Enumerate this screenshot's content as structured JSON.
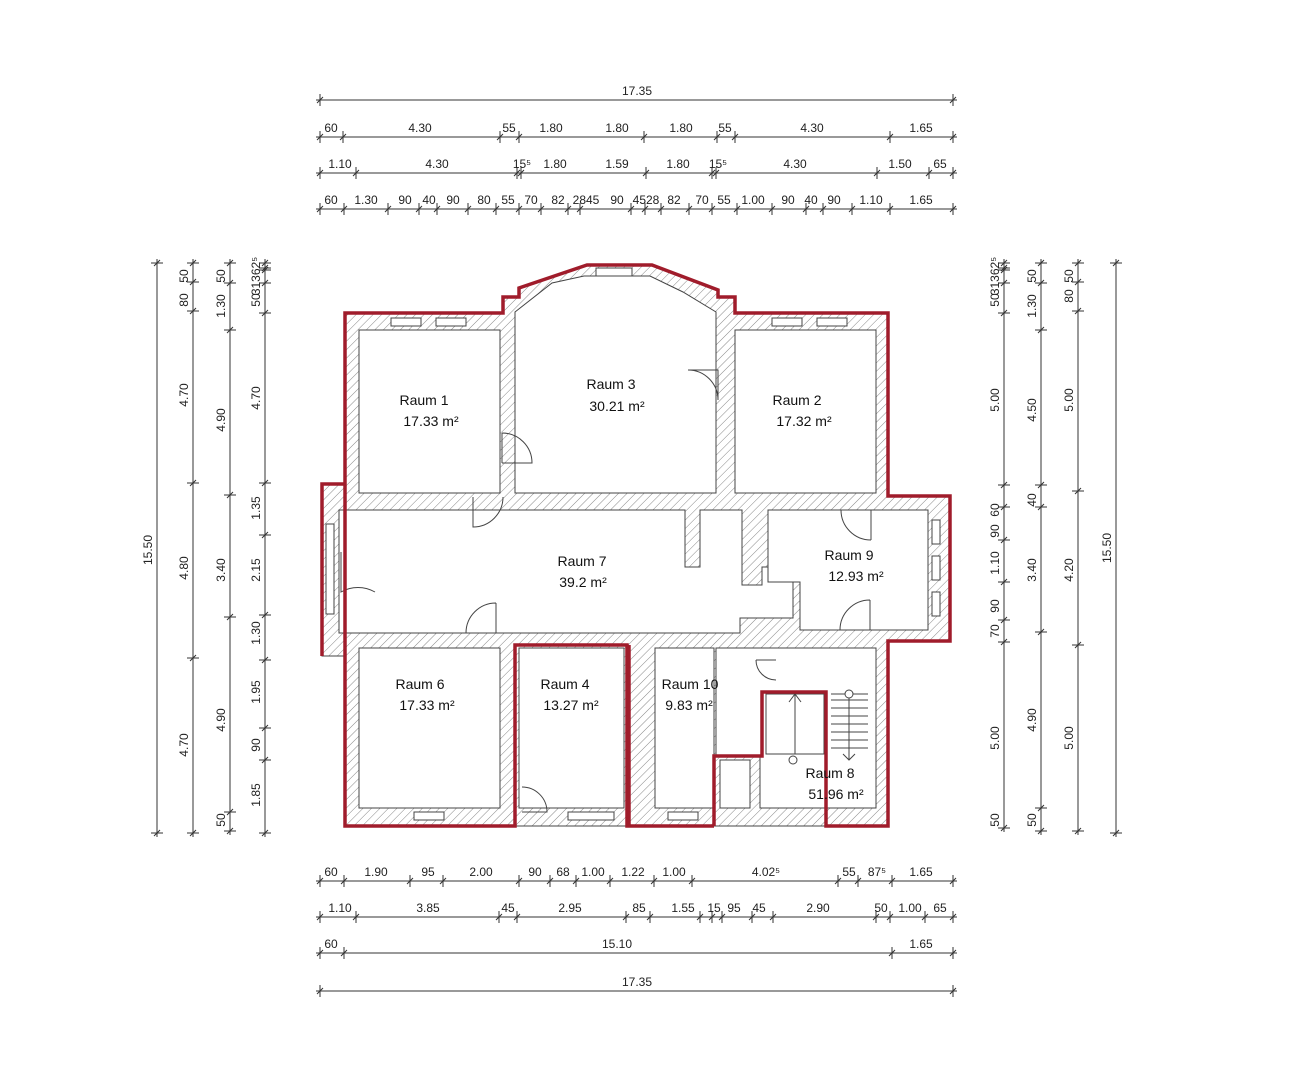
{
  "rooms": [
    {
      "name": "Raum 1",
      "area": "17.33 m²"
    },
    {
      "name": "Raum 3",
      "area": "30.21 m²"
    },
    {
      "name": "Raum 2",
      "area": "17.32 m²"
    },
    {
      "name": "Raum 7",
      "area": "39.2 m²"
    },
    {
      "name": "Raum 9",
      "area": "12.93 m²"
    },
    {
      "name": "Raum 6",
      "area": "17.33 m²"
    },
    {
      "name": "Raum 4",
      "area": "13.27 m²"
    },
    {
      "name": "Raum 10",
      "area": "9.83 m²"
    },
    {
      "name": "Raum 8",
      "area": "51.96 m²"
    }
  ],
  "dimensions": {
    "top": [
      [
        "17.35"
      ],
      [
        "60",
        "4.30",
        "55",
        "1.80",
        "1.80",
        "1.80",
        "55",
        "4.30",
        "1.65"
      ],
      [
        "1.10",
        "4.30",
        "15⁵",
        "1.80",
        "1.59",
        "1.80",
        "15⁵",
        "4.30",
        "1.50",
        "65"
      ],
      [
        "60",
        "1.30",
        "90",
        "40",
        "90",
        "80",
        "55",
        "70",
        "82",
        "2845",
        "90",
        "4528",
        "82",
        "70",
        "55",
        "1.00",
        "90",
        "40",
        "90",
        "1.10",
        "1.65"
      ]
    ],
    "bottom": [
      [
        "60",
        "1.90",
        "95",
        "2.00",
        "90",
        "68",
        "1.00",
        "1.22",
        "1.00",
        "4.02⁵",
        "55",
        "87⁵",
        "1.65"
      ],
      [
        "1.10",
        "3.85",
        "45",
        "2.95",
        "85",
        "1.55",
        "15",
        "95",
        "45",
        "2.90",
        "50",
        "1.00",
        "65"
      ],
      [
        "60",
        "15.10",
        "1.65"
      ],
      [
        "17.35"
      ]
    ],
    "left": [
      [
        "15.50"
      ],
      [
        "50",
        "80",
        "4.70",
        "4.80",
        "4.70"
      ],
      [
        "50",
        "1.30",
        "4.90",
        "3.40",
        "4.90",
        "50"
      ],
      [
        "31362⁵",
        "50",
        "4.70",
        "1.35",
        "2.15",
        "1.30",
        "1.95",
        "90",
        "1.85"
      ]
    ],
    "right": [
      [
        "31362⁵",
        "50",
        "5.00",
        "60",
        "90",
        "1.10",
        "90",
        "70",
        "5.00",
        "50"
      ],
      [
        "50",
        "1.30",
        "4.50",
        "40",
        "3.40",
        "4.90",
        "50"
      ],
      [
        "50",
        "80",
        "5.00",
        "4.20",
        "5.00"
      ],
      [
        "15.50"
      ]
    ]
  }
}
